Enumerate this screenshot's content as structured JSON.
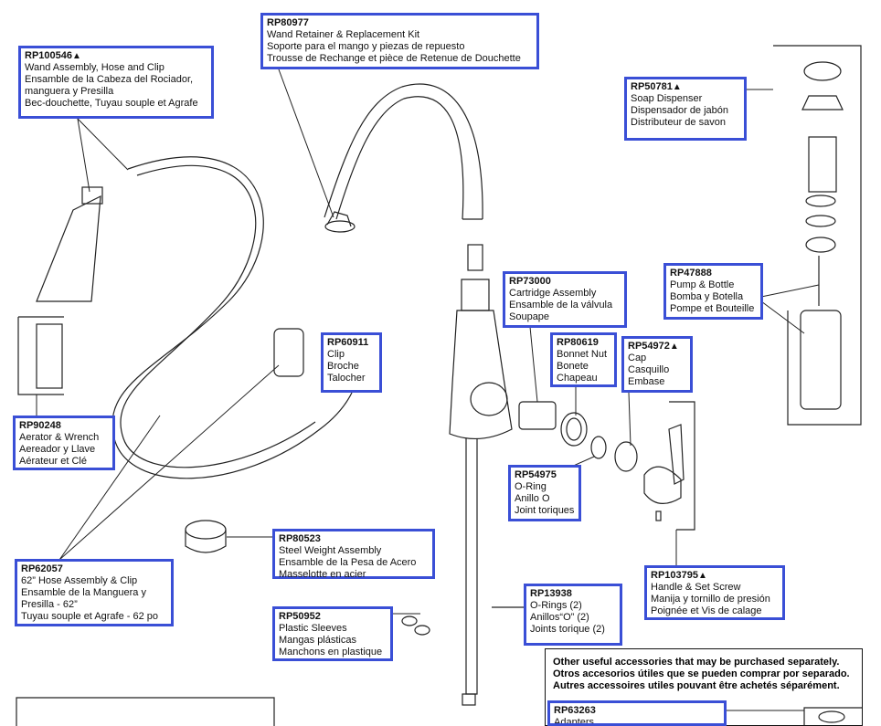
{
  "parts": {
    "rp100546": {
      "code": "RP100546",
      "mark": "▲",
      "lines": [
        "Wand Assembly, Hose and Clip",
        "Ensamble de la Cabeza del Rociador,",
        "manguera y Presilla",
        "Bec-douchette, Tuyau souple et Agrafe"
      ]
    },
    "rp80977": {
      "code": "RP80977",
      "mark": "",
      "lines": [
        "Wand Retainer & Replacement Kit",
        "Soporte para el mango y piezas de repuesto",
        "Trousse de Rechange et pièce de Retenue de Douchette"
      ]
    },
    "rp50781": {
      "code": "RP50781",
      "mark": "▲",
      "lines": [
        "Soap Dispenser",
        "Dispensador de jabón",
        "Distributeur de savon"
      ]
    },
    "rp47888": {
      "code": "RP47888",
      "mark": "",
      "lines": [
        "Pump & Bottle",
        "Bomba y Botella",
        "Pompe et Bouteille"
      ]
    },
    "rp73000": {
      "code": "RP73000",
      "mark": "",
      "lines": [
        "Cartridge Assembly",
        "Ensamble de la válvula",
        "Soupape"
      ]
    },
    "rp80619": {
      "code": "RP80619",
      "mark": "",
      "lines": [
        "Bonnet Nut",
        "Bonete",
        "Chapeau"
      ]
    },
    "rp54972": {
      "code": "RP54972",
      "mark": "▲",
      "lines": [
        "Cap",
        "Casquillo",
        "Embase"
      ]
    },
    "rp60911": {
      "code": "RP60911",
      "mark": "",
      "lines": [
        "Clip",
        "Broche",
        "Talocher"
      ]
    },
    "rp90248": {
      "code": "RP90248",
      "mark": "",
      "lines": [
        "Aerator & Wrench",
        "Aereador y Llave",
        "Aérateur et Clé"
      ]
    },
    "rp54975": {
      "code": "RP54975",
      "mark": "",
      "lines": [
        "O-Ring",
        "Anillo O",
        "Joint toriques"
      ]
    },
    "rp80523": {
      "code": "RP80523",
      "mark": "",
      "lines": [
        "Steel Weight Assembly",
        "Ensamble de la Pesa de Acero",
        "Masselotte en acier"
      ]
    },
    "rp62057": {
      "code": "RP62057",
      "mark": "",
      "lines": [
        "62” Hose Assembly & Clip",
        "Ensamble de la Manguera y",
        "Presilla - 62”",
        "Tuyau souple et Agrafe - 62 po"
      ]
    },
    "rp103795": {
      "code": "RP103795",
      "mark": "▲",
      "lines": [
        "Handle & Set Screw",
        "Manija y tornillo de presión",
        "Poignée et Vis de calage"
      ]
    },
    "rp13938": {
      "code": "RP13938",
      "mark": "",
      "lines": [
        "O-Rings (2)",
        "Anillos“O” (2)",
        "Joints torique (2)"
      ]
    },
    "rp50952": {
      "code": "RP50952",
      "mark": "",
      "lines": [
        "Plastic Sleeves",
        "Mangas plásticas",
        "Manchons en plastique"
      ]
    },
    "rp63263": {
      "code": "RP63263",
      "mark": "",
      "lines": [
        "Adapters"
      ]
    }
  },
  "accessories": {
    "en": "Other useful accessories that may be purchased separately.",
    "es": "Otros accesorios útiles que se pueden comprar por separado.",
    "fr": "Autres accessoires utiles pouvant être achetés séparément."
  },
  "colors": {
    "callout_border": "#3a4fd6",
    "line": "#111111"
  }
}
